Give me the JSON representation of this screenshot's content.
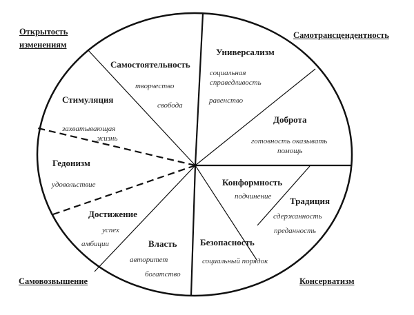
{
  "quadrants": {
    "openness_line1": "Открытость",
    "openness_line2": "изменениям",
    "self_transcendence": "Самотрансцендентность",
    "self_enhancement": "Самовозвышение",
    "conservation": "Консерватизм"
  },
  "sectors": {
    "self_direction": {
      "title": "Самостоятельность",
      "items": [
        "творчество",
        "свобода"
      ]
    },
    "stimulation": {
      "title": "Стимуляция",
      "items": [
        "захватывающая",
        "жизнь"
      ]
    },
    "hedonism": {
      "title": "Гедонизм",
      "items": [
        "удовольствие"
      ]
    },
    "achievement": {
      "title": "Достижение",
      "items": [
        "успех",
        "амбиции"
      ]
    },
    "power": {
      "title": "Власть",
      "items": [
        "авторитет",
        "богатство"
      ]
    },
    "security": {
      "title": "Безопасность",
      "items": [
        "социальный порядок"
      ]
    },
    "conformity": {
      "title": "Конформность",
      "items": [
        "подчинение"
      ]
    },
    "tradition": {
      "title": "Традиция",
      "items": [
        "сдержанность",
        "преданность"
      ]
    },
    "benevolence": {
      "title": "Доброта",
      "items": [
        "готовность оказывать",
        "помощь"
      ]
    },
    "universalism": {
      "title": "Универсализм",
      "items": [
        "социальная",
        "справедливость",
        "равенство"
      ]
    }
  }
}
